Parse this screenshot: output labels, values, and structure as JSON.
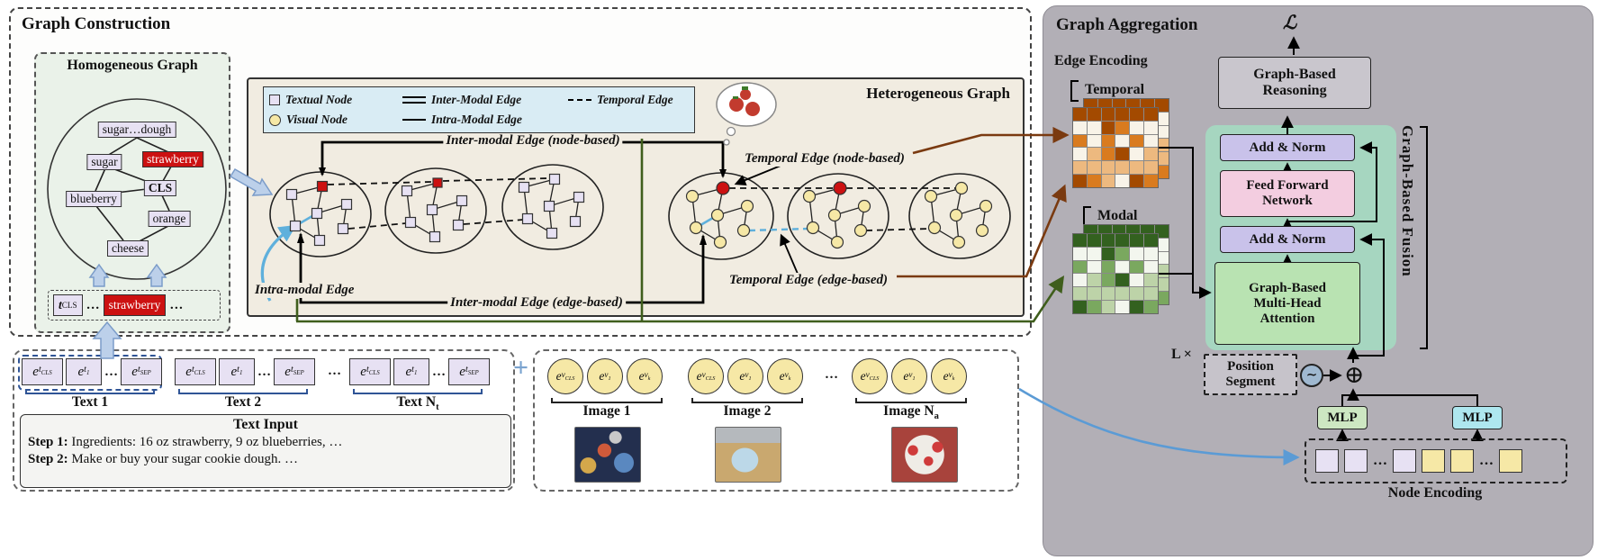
{
  "construction": {
    "title": "Graph Construction",
    "homogeneous": {
      "title": "Homogeneous Graph",
      "nodes": {
        "top": "sugar…dough",
        "sugar": "sugar",
        "strawberry": "strawberry",
        "cls": "CLS",
        "blueberry": "blueberry",
        "orange": "orange",
        "cheese": "cheese"
      },
      "token_strip": {
        "t_base": "t",
        "t_sub": "CLS",
        "dots_left": "…",
        "highlight": "strawberry",
        "dots_right": "…"
      }
    },
    "heterogeneous": {
      "title": "Heterogeneous Graph",
      "legend": {
        "textual_node": "Textual Node",
        "visual_node": "Visual Node",
        "inter_modal_edge": "Inter-Modal Edge",
        "intra_modal_edge": "Intra-Modal Edge",
        "temporal_edge": "Temporal Edge"
      },
      "annotations": {
        "inter_modal_node_based": "Inter-modal Edge (node-based)",
        "temporal_node_based": "Temporal Edge (node-based)",
        "intra_modal": "Intra-modal Edge",
        "inter_modal_edge_based": "Inter-modal Edge (edge-based)",
        "temporal_edge_based": "Temporal Edge (edge-based)"
      }
    }
  },
  "text_section": {
    "token_base": "e",
    "token_modality": "t",
    "token_subs": [
      "CLS",
      "1",
      "SEP"
    ],
    "intra_dots": "…",
    "group_dots": "…",
    "groups": [
      {
        "label": "Text 1",
        "label_sub": ""
      },
      {
        "label": "Text 2",
        "label_sub": ""
      },
      {
        "label": "Text N",
        "label_sub": "t"
      }
    ],
    "input": {
      "title": "Text Input",
      "step1_label": "Step 1:",
      "step1_text": "Ingredients: 16 oz strawberry, 9 oz blueberries, …",
      "step2_label": "Step 2:",
      "step2_text": "Make or buy your sugar cookie dough. …"
    }
  },
  "plus_sign": "+",
  "image_section": {
    "token_base": "e",
    "token_modality": "v",
    "token_subs": [
      "CLS",
      "1",
      "k"
    ],
    "group_dots": "…",
    "groups": [
      {
        "label": "Image 1",
        "label_sub": ""
      },
      {
        "label": "Image 2",
        "label_sub": ""
      },
      {
        "label": "Image N",
        "label_sub": "a"
      }
    ]
  },
  "aggregation": {
    "title": "Graph Aggregation",
    "edge_encoding_label": "Edge Encoding",
    "temporal_label": "Temporal",
    "modal_label": "Modal",
    "loss_symbol": "ℒ",
    "reasoning": {
      "line1": "Graph-Based",
      "line2": "Reasoning"
    },
    "add_norm_top": "Add & Norm",
    "ffn": {
      "line1": "Feed Forward",
      "line2": "Network"
    },
    "add_norm_bottom": "Add & Norm",
    "attention": {
      "line1": "Graph-Based",
      "line2": "Multi-Head",
      "line3": "Attention"
    },
    "fusion_label": "Graph-Based Fusion",
    "repeat_label": "L ×",
    "position_segment": {
      "line1": "Position",
      "line2": "Segment"
    },
    "wave_symbol": "∼",
    "plus_operator": "⊕",
    "mlp_left": "MLP",
    "mlp_right": "MLP",
    "node_encoding_label": "Node Encoding",
    "node_dots_left": "…",
    "node_dots_right": "…"
  },
  "grids": {
    "rows": 6,
    "cols": 6,
    "temporal_palette": [
      "#a34a00",
      "#d97b1f",
      "#edb97f",
      "#f8f3e8"
    ],
    "modal_palette": [
      "#33611f",
      "#7aa85f",
      "#bdd3a8",
      "#f3f6ee"
    ]
  }
}
